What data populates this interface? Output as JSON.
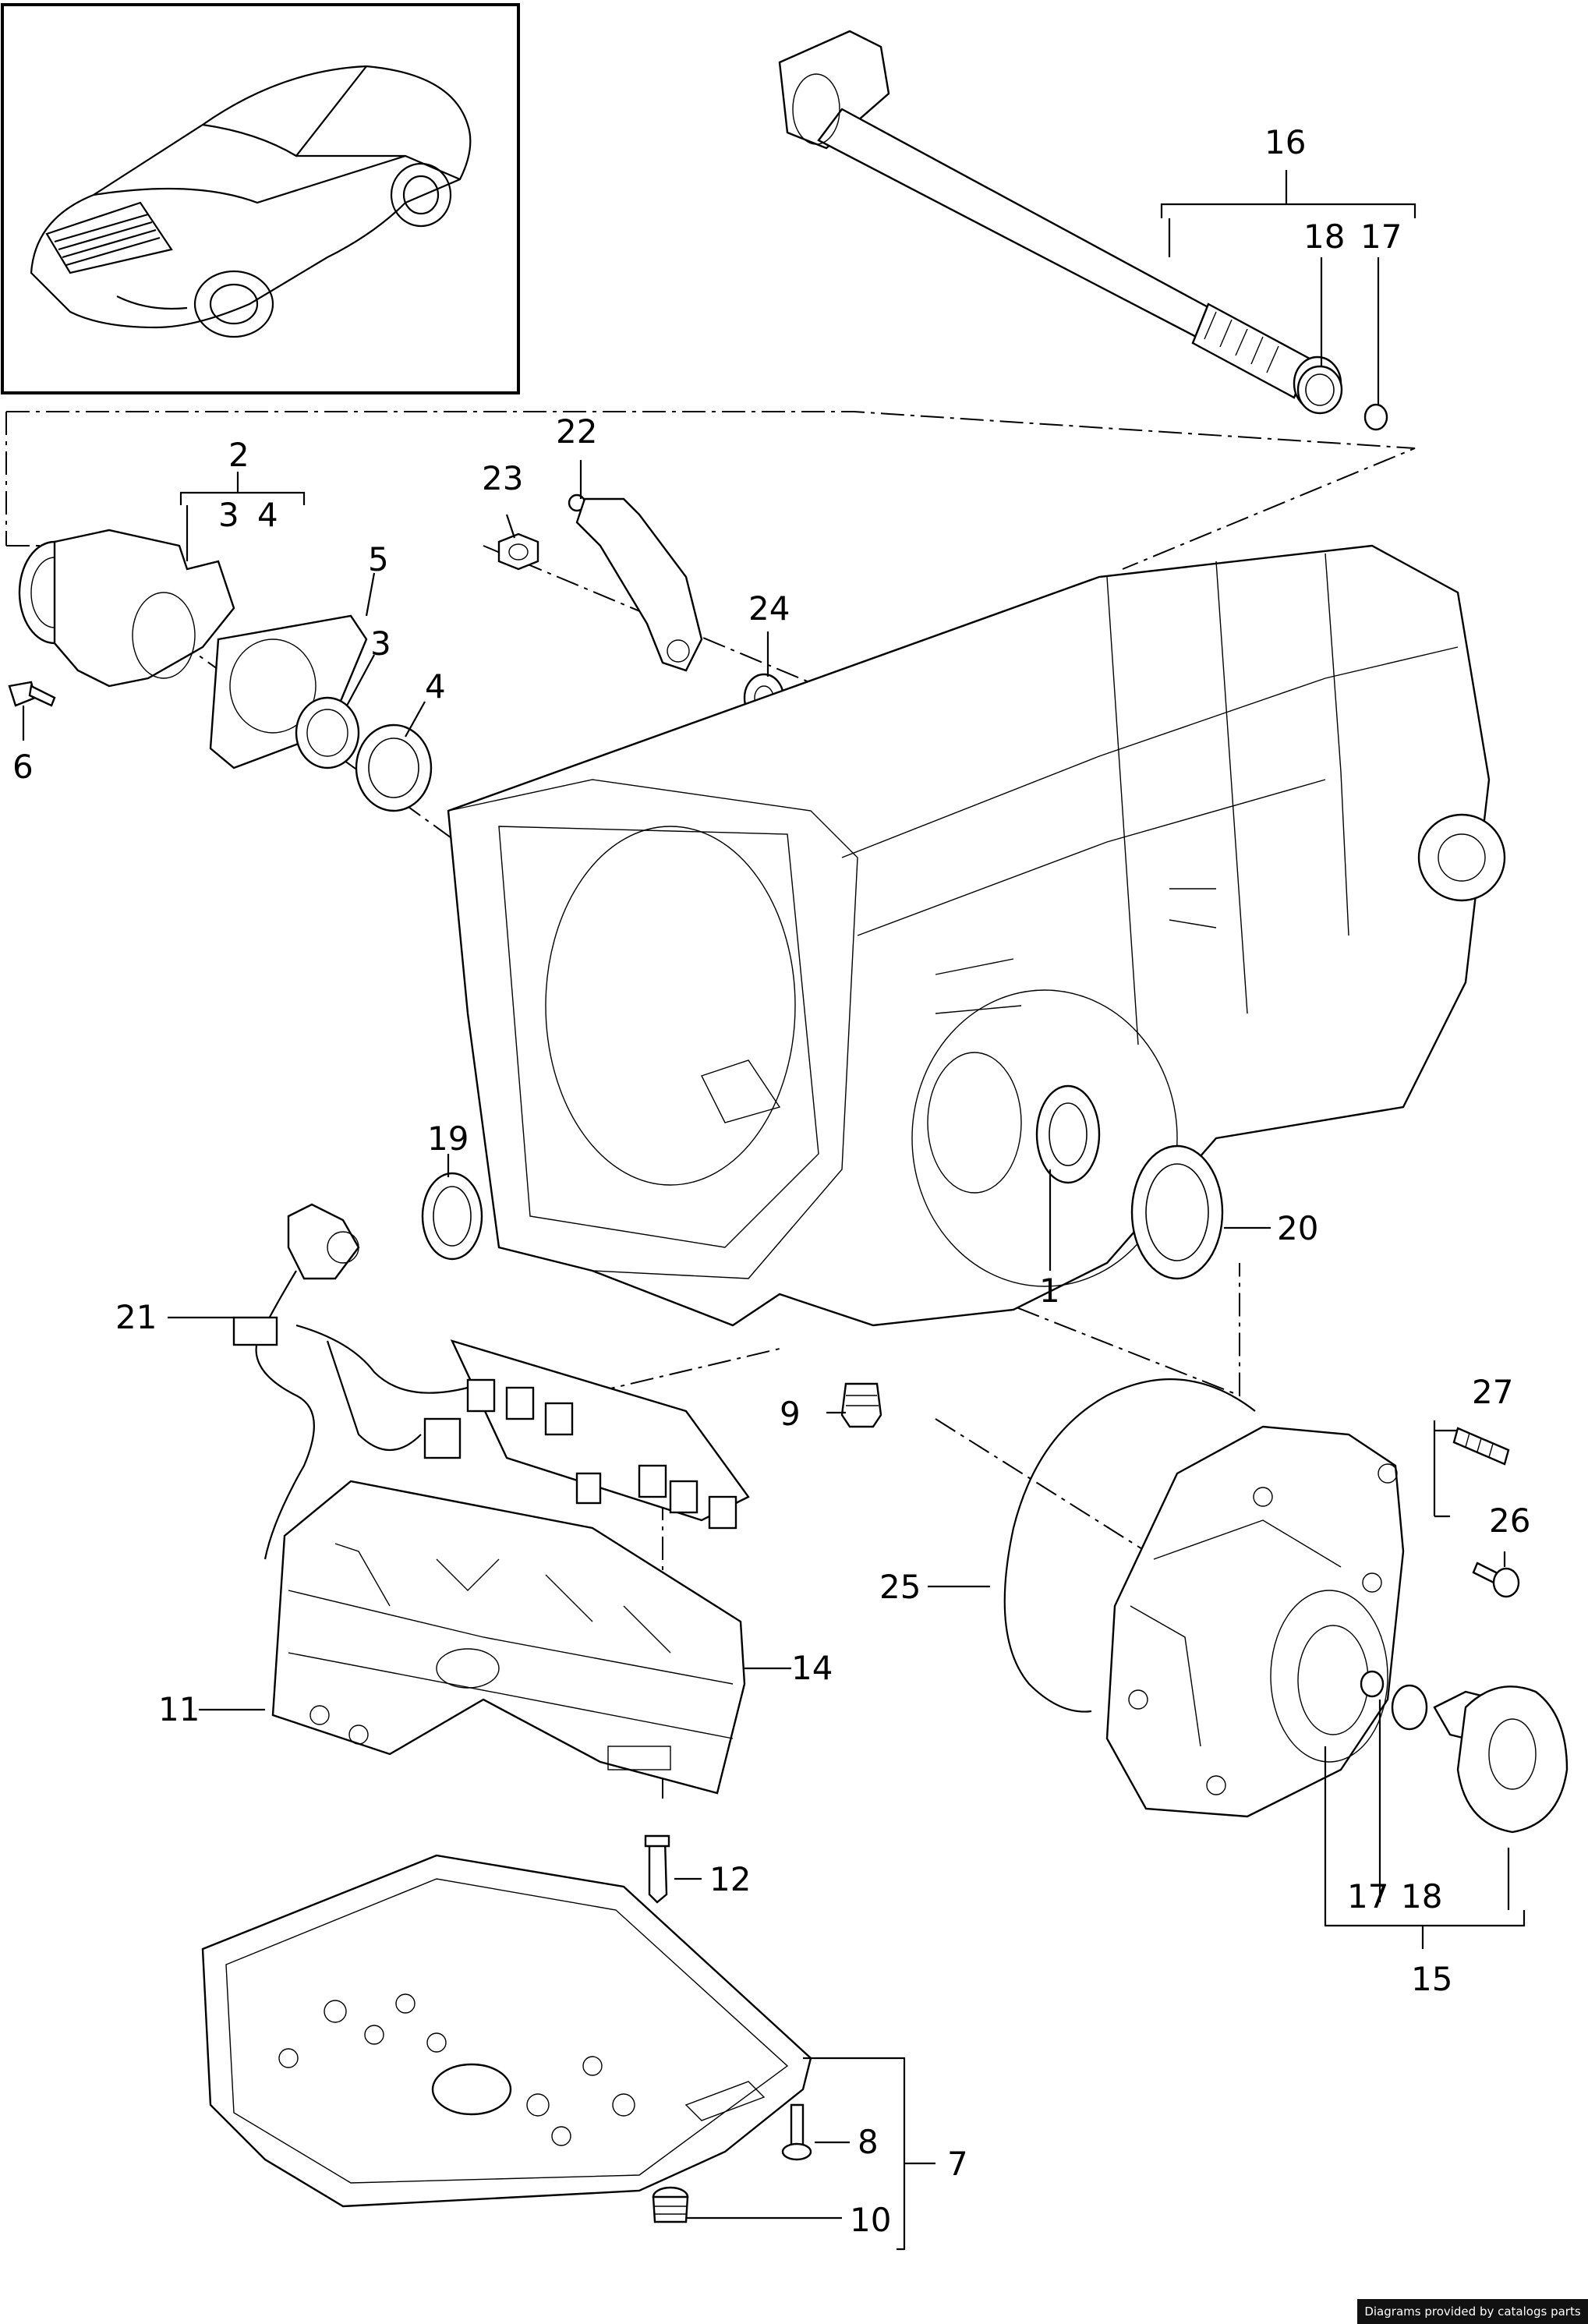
{
  "callouts": {
    "c1": "1",
    "c2": "2",
    "c3a": "3",
    "c4a": "4",
    "c3b": "3",
    "c4b": "4",
    "c5": "5",
    "c6": "6",
    "c7": "7",
    "c8": "8",
    "c9": "9",
    "c10": "10",
    "c11": "11",
    "c12": "12",
    "c14": "14",
    "c15": "15",
    "c16": "16",
    "c17a": "17",
    "c18a": "18",
    "c17b": "17",
    "c18b": "18",
    "c19": "19",
    "c20": "20",
    "c21": "21",
    "c22": "22",
    "c23": "23",
    "c24": "24",
    "c25": "25",
    "c26": "26",
    "c27": "27"
  },
  "footer": {
    "credit": "Diagrams provided by catalogs parts"
  },
  "icons": [
    "car-thumbnail-icon"
  ]
}
